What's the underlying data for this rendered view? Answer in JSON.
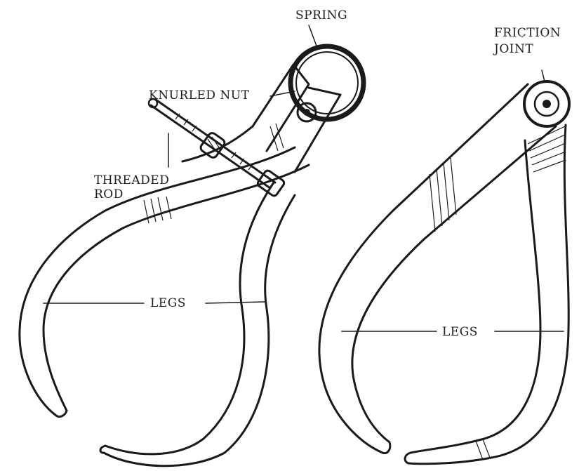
{
  "labels": {
    "spring": "SPRING",
    "knurled_nut": "KNURLED NUT",
    "threaded_rod_line1": "THREADED",
    "threaded_rod_line2": "ROD",
    "legs_left": "LEGS",
    "friction_joint_line1": "FRICTION",
    "friction_joint_line2": "JOINT",
    "legs_right": "LEGS"
  },
  "colors": {
    "ink": "#1a1a1a",
    "background": "#ffffff"
  }
}
